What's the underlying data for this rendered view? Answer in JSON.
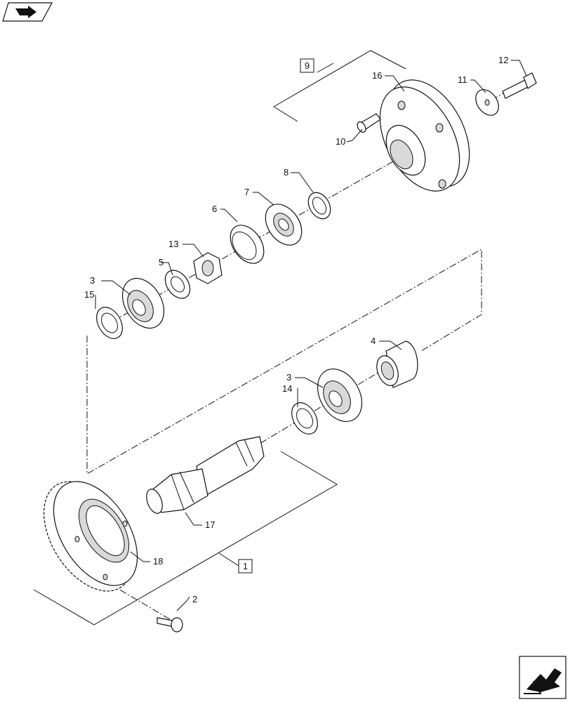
{
  "icons": {
    "top_left": "back-arrow-icon",
    "bottom_right": "next-page-arrow-icon"
  },
  "assemblies": {
    "upper": "9",
    "lower": "1"
  },
  "labels": {
    "p1": "2",
    "p2": "3",
    "p3": "3",
    "p4": "4",
    "p5": "5",
    "p6": "6",
    "p7": "7",
    "p8": "8",
    "p10": "10",
    "p11": "11",
    "p12": "12",
    "p13": "13",
    "p14": "14",
    "p15": "15",
    "p16": "16",
    "p17": "17",
    "p18": "18"
  }
}
